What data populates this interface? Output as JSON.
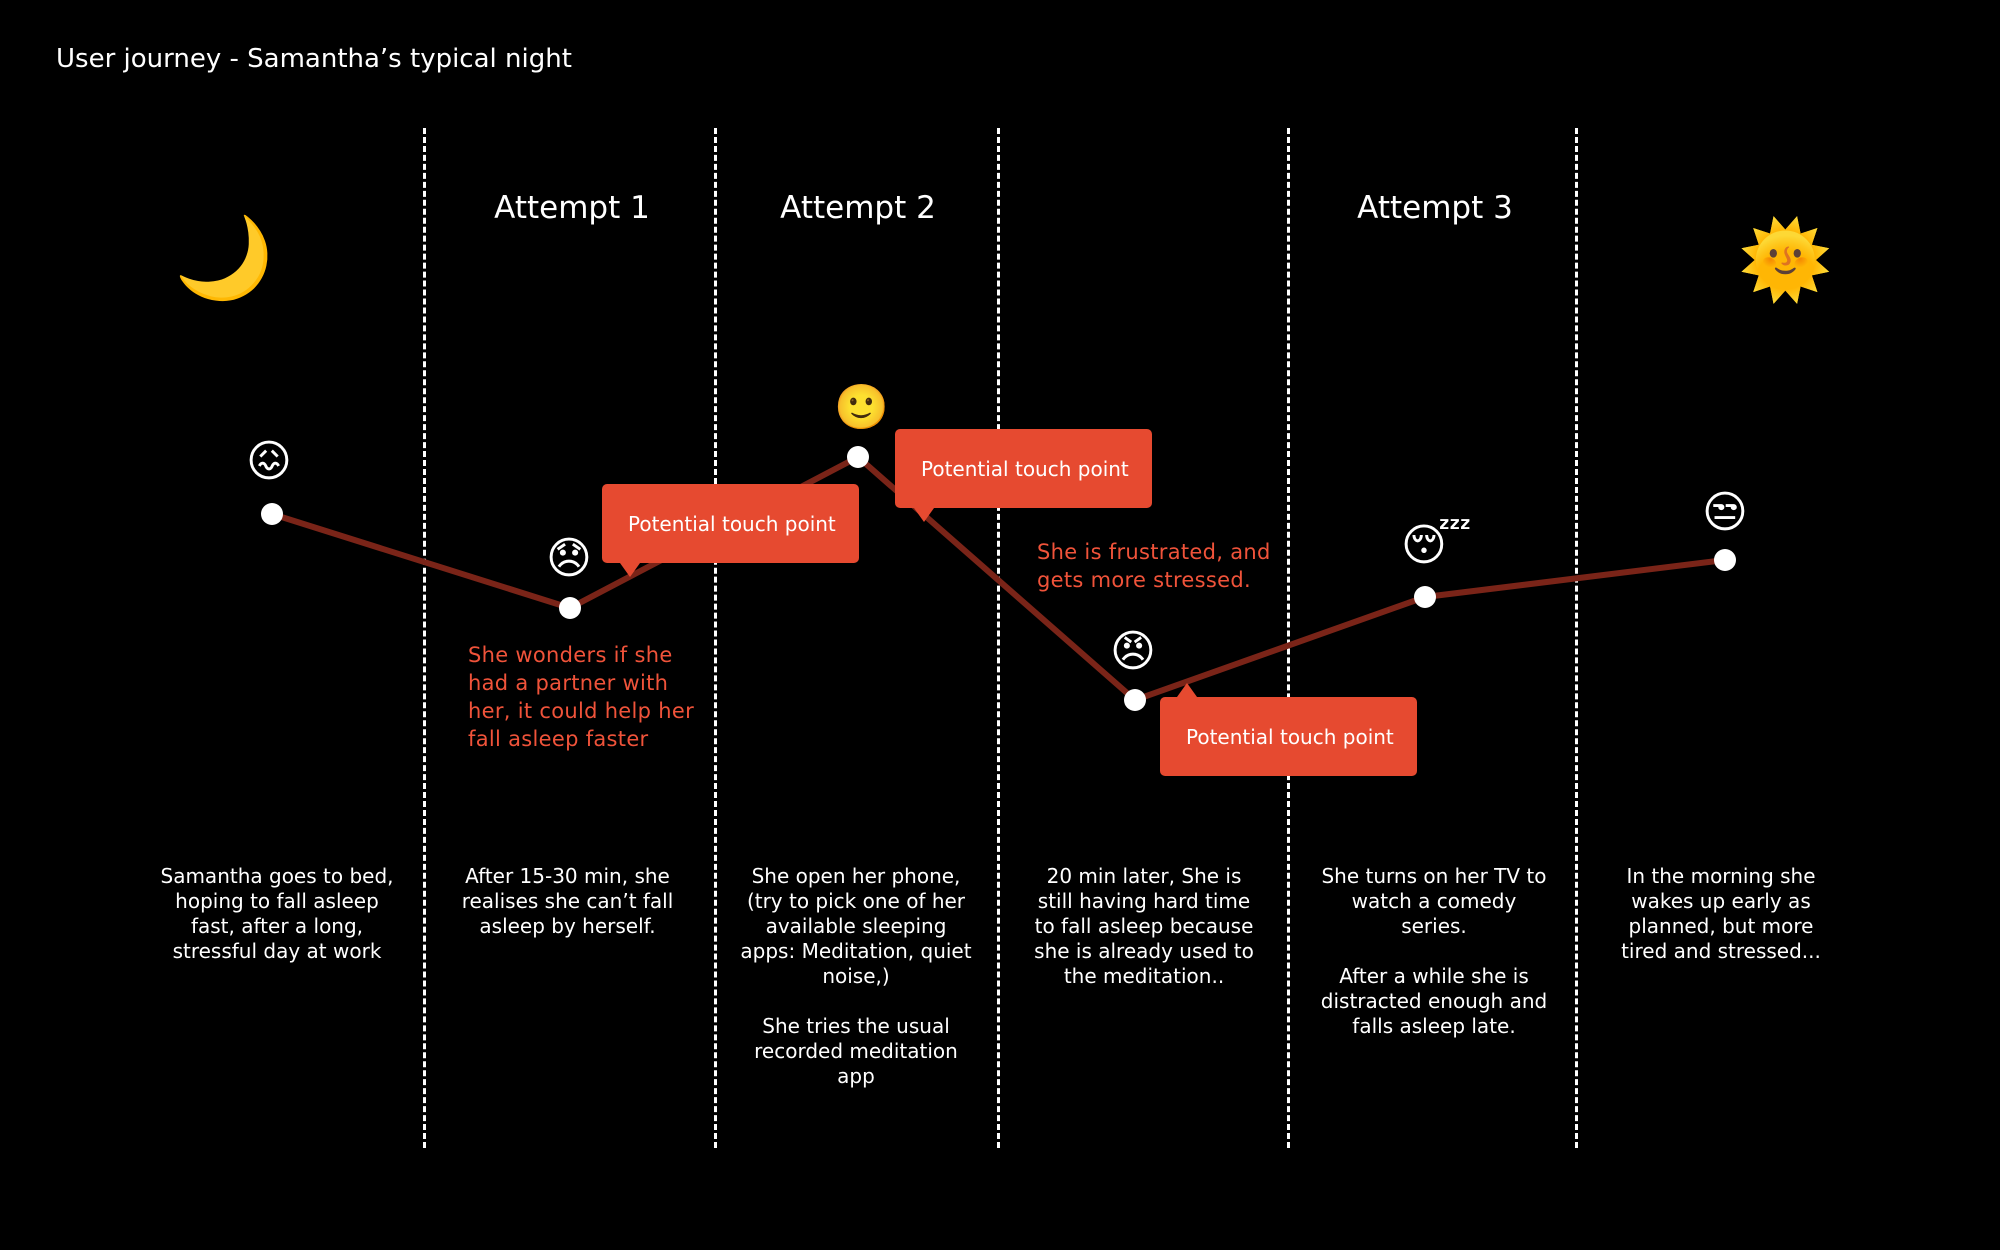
{
  "title": "User journey - Samantha’s typical night",
  "phases": {
    "attempt1": "Attempt 1",
    "attempt2": "Attempt 2",
    "attempt3": "Attempt 3"
  },
  "icons": {
    "start": "crescent-moon",
    "end": "sun-with-face"
  },
  "callouts": {
    "c1": "Potential touch point",
    "c2": "Potential touch point",
    "c3": "Potential touch point"
  },
  "thoughts": {
    "t1": "She wonders if she had a partner with her, it could help her fall asleep faster",
    "t2": "She is frustrated, and gets more stressed."
  },
  "steps": [
    {
      "description": "Samantha goes to bed, hoping to fall asleep fast, after a long, stressful day at work",
      "emotion": "confounded-face",
      "emoji": "😖"
    },
    {
      "description": "After 15-30 min, she realises she can’t fall asleep by herself.",
      "emotion": "disappointed-face",
      "emoji": "😞"
    },
    {
      "description": "She open her phone,\n(try to pick one of her available sleeping apps: Meditation, quiet noise,)\n\nShe tries the usual recorded meditation app",
      "emotion": "slightly-smiling-face",
      "emoji": "🙂"
    },
    {
      "description": "20 min later, She is still having hard time to fall asleep because she is already used to the meditation..",
      "emotion": "angry-face",
      "emoji": "😠"
    },
    {
      "description": "She turns on her TV to watch a comedy series.\n\nAfter a while she is distracted enough and falls asleep late.",
      "emotion": "sleeping-face",
      "emoji": "😴"
    },
    {
      "description": "In the morning she wakes up early as planned, but more tired and stressed...",
      "emotion": "unamused-face",
      "emoji": "😒"
    }
  ],
  "colors": {
    "background": "#000000",
    "line": "#7a2418",
    "callout": "#e64a30",
    "thought_text": "#f0533a"
  }
}
